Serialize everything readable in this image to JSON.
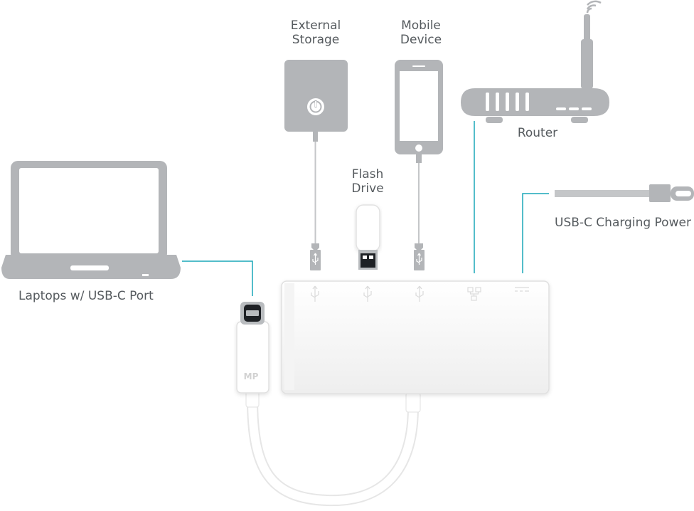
{
  "labels": {
    "external_storage": [
      "External",
      "Storage"
    ],
    "mobile_device": [
      "Mobile",
      "Device"
    ],
    "router": "Router",
    "flash_drive": [
      "Flash",
      "Drive"
    ],
    "charging_power": "USB-C Charging Power",
    "laptops": "Laptops w/ USB-C Port",
    "hub_logo": "MP"
  },
  "colors": {
    "device_gray": "#b3b5b8",
    "cable_gray": "#c4c6c8",
    "connector_accent": "#1aa7b8",
    "hub_white": "#ffffff",
    "label_text": "#555a5e"
  },
  "icons": [
    "usb-icon",
    "usb-icon",
    "usb-icon",
    "ethernet-icon",
    "usb-c-power-icon"
  ]
}
